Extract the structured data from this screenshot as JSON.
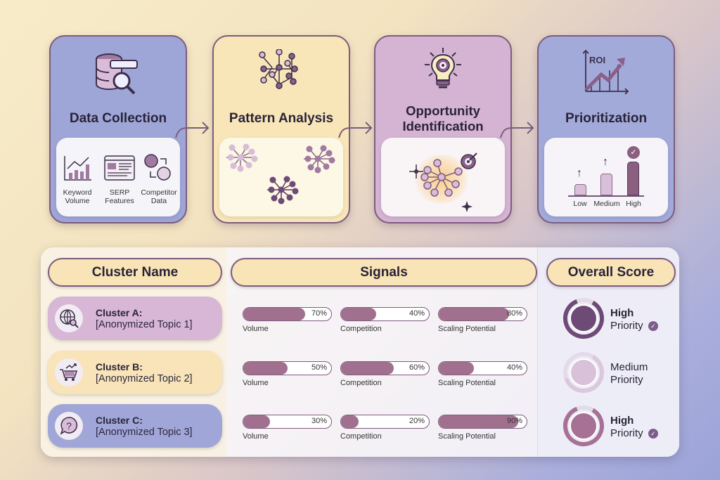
{
  "steps": [
    {
      "title": "Data Collection",
      "items": [
        {
          "label": "Keyword Volume"
        },
        {
          "label": "SERP Features"
        },
        {
          "label": "Competitor Data"
        }
      ]
    },
    {
      "title": "Pattern Analysis"
    },
    {
      "title": "Opportunity Identification"
    },
    {
      "title": "Prioritization",
      "icon_label": "ROI",
      "levels": [
        "Low",
        "Medium",
        "High"
      ]
    }
  ],
  "table": {
    "headers": {
      "cluster": "Cluster Name",
      "signals": "Signals",
      "score": "Overall Score"
    },
    "rows": [
      {
        "name": "Cluster A:",
        "topic": "[Anonymized Topic 1]",
        "icon": "globe-search-icon",
        "color": "#d7b6d6",
        "signals": [
          {
            "label": "Volume",
            "value": 70,
            "text": "70%"
          },
          {
            "label": "Competition",
            "value": 40,
            "text": "40%"
          },
          {
            "label": "Scaling Potential",
            "value": 80,
            "text": "80%"
          }
        ],
        "score": {
          "level": "High",
          "label": "Priority",
          "checked": true,
          "ring": "#6e4a76",
          "core": "#6e4a76"
        }
      },
      {
        "name": "Cluster B:",
        "topic": "[Anonymized Topic 2]",
        "icon": "cart-trend-icon",
        "color": "#f8e4b8",
        "signals": [
          {
            "label": "Volume",
            "value": 50,
            "text": "50%"
          },
          {
            "label": "Competition",
            "value": 60,
            "text": "60%"
          },
          {
            "label": "Scaling Potential",
            "value": 40,
            "text": "40%"
          }
        ],
        "score": {
          "level": "Medium",
          "label": "Priority",
          "checked": false,
          "ring": "#dcc8dc",
          "core": "#d9c1d9"
        }
      },
      {
        "name": "Cluster C:",
        "topic": "[Anonymized Topic 3]",
        "icon": "question-bubble-icon",
        "color": "#a0a7d8",
        "signals": [
          {
            "label": "Volume",
            "value": 30,
            "text": "30%"
          },
          {
            "label": "Competition",
            "value": 20,
            "text": "20%"
          },
          {
            "label": "Scaling Potential",
            "value": 90,
            "text": "90%"
          }
        ],
        "score": {
          "level": "High",
          "label": "Priority",
          "checked": true,
          "ring": "#a77196",
          "core": "#a77196"
        }
      }
    ]
  }
}
